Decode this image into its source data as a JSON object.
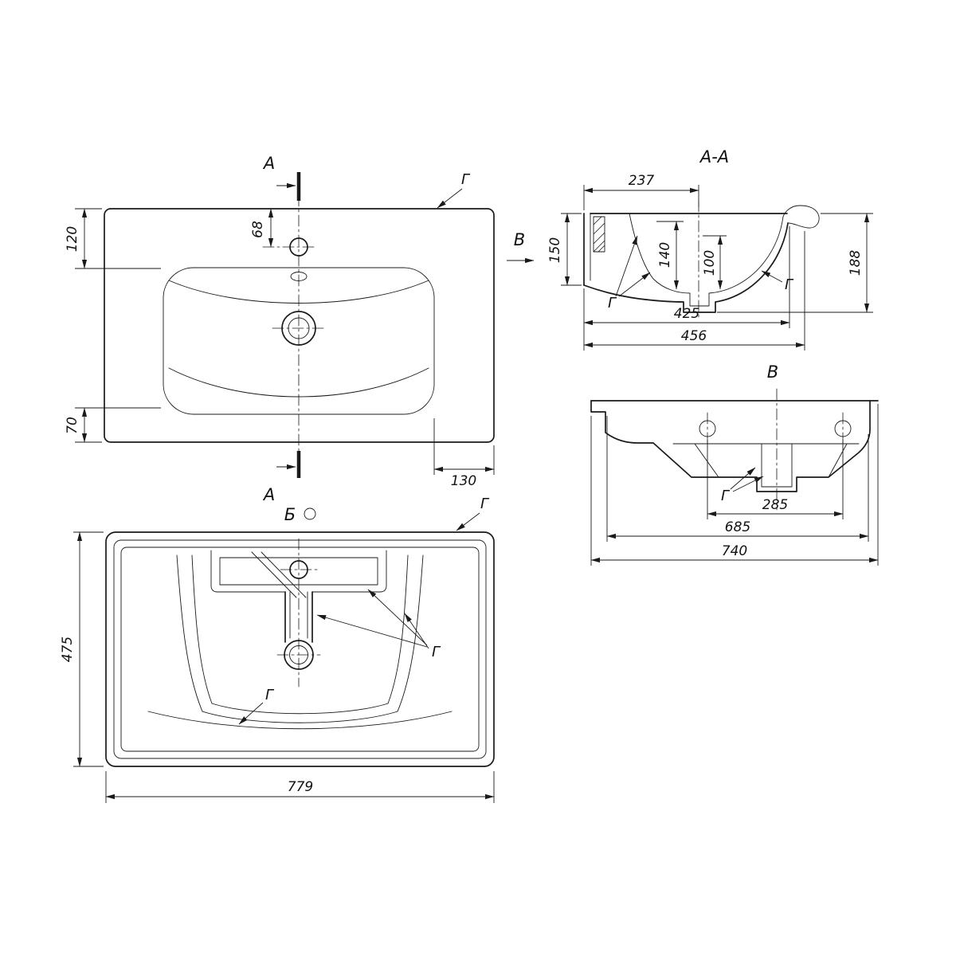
{
  "views": {
    "top": {
      "section_mark": "А",
      "view_b_mark": "В",
      "surface_mark_g": "Г",
      "dims": {
        "d120": "120",
        "d68": "68",
        "d70": "70",
        "d130": "130"
      }
    },
    "section_aa": {
      "title": "А-А",
      "marks": {
        "g_left": "Г",
        "g_right": "Г"
      },
      "dims": {
        "d237": "237",
        "d150": "150",
        "d140": "140",
        "d100": "100",
        "d188": "188",
        "d425": "425",
        "d456": "456"
      }
    },
    "side_b": {
      "title": "В",
      "mark_g": "Г",
      "dims": {
        "d285": "285",
        "d685": "685",
        "d740": "740"
      }
    },
    "bottom": {
      "detail_mark": "Б",
      "marks": {
        "g_top": "Г",
        "g_mid": "Г",
        "g_bottom": "Г"
      },
      "dims": {
        "d475": "475",
        "d779": "779"
      }
    }
  },
  "colors": {
    "line": "#1a1a1a",
    "background": "#ffffff"
  }
}
